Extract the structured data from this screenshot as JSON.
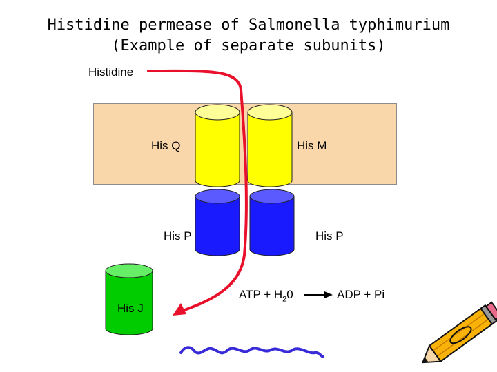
{
  "title": {
    "line1": "Histidine permease of Salmonella typhimurium",
    "line2": "(Example of separate subunits)"
  },
  "labels": {
    "histidine": "Histidine",
    "his_q": "His Q",
    "his_m": "His M",
    "his_p_left": "His P",
    "his_p_right": "His P",
    "his_j": "His J",
    "reaction_left_prefix": "ATP + H",
    "reaction_left_sub": "2",
    "reaction_left_suffix": "0",
    "reaction_right": "ADP + Pi"
  },
  "colors": {
    "membrane": "#fad7ab",
    "his_q_m": "#ffff00",
    "his_p": "#1a1aff",
    "his_j": "#00cc00",
    "pathway_arrow": "#e8102a"
  }
}
